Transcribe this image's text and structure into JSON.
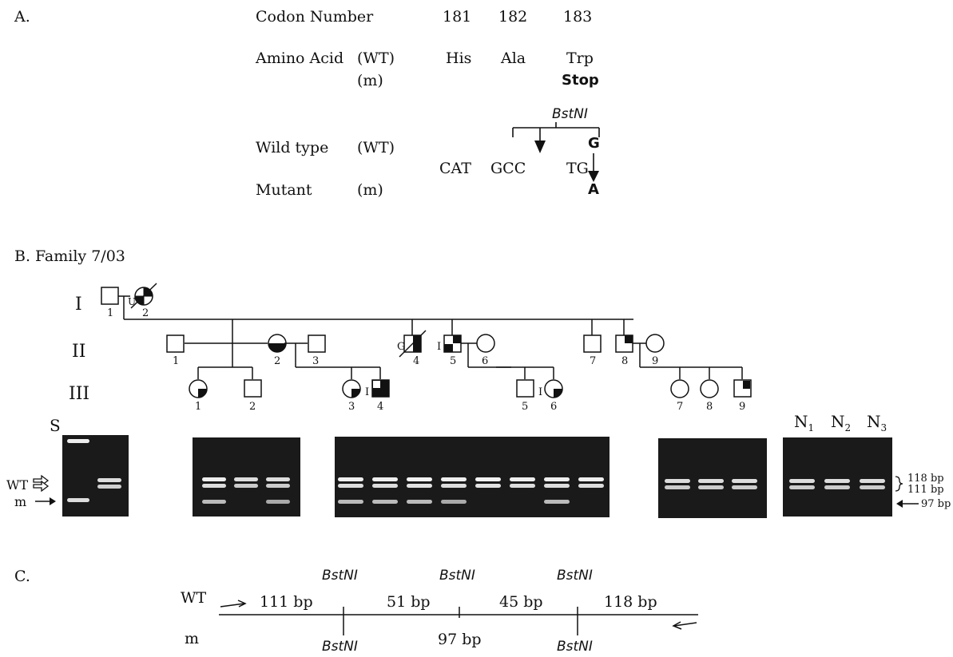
{
  "panelA": {
    "label": "A.",
    "codon_number_label": "Codon Number",
    "codons": [
      "181",
      "182",
      "183"
    ],
    "amino_acid_label": "Amino Acid",
    "wt_tag": "(WT)",
    "m_tag": "(m)",
    "wt_amino_acids": [
      "His",
      "Ala",
      "Trp"
    ],
    "mutant_amino_acid": "Stop",
    "enzyme": "BstNI",
    "wild_type_label": "Wild type",
    "mutant_label": "Mutant",
    "sequence": [
      "CAT",
      "GCC",
      "TG"
    ],
    "wt_base": "G",
    "mutant_base": "A"
  },
  "panelB": {
    "label": "B.  Family 7/03",
    "generations": [
      "I",
      "II",
      "III"
    ],
    "gen1_numbers": [
      "1",
      "2"
    ],
    "gen1_mark": "U",
    "gen2_numbers": [
      "1",
      "2",
      "3",
      "4",
      "5",
      "6",
      "7",
      "8",
      "9"
    ],
    "gen3_numbers": [
      "1",
      "2",
      "3",
      "4",
      "5",
      "6",
      "7",
      "8",
      "9"
    ],
    "marks": [
      "G",
      "I",
      "I",
      "I"
    ],
    "gel_size_label": "S",
    "wt_label": "WT",
    "m_label": "m",
    "normal_labels": [
      "N",
      "N",
      "N"
    ],
    "normal_subs": [
      "1",
      "2",
      "3"
    ],
    "bp_labels": [
      "118 bp",
      "111 bp",
      "97 bp"
    ]
  },
  "panelC": {
    "label": "C.",
    "wt_label": "WT",
    "m_label": "m",
    "enzyme": "BstNI",
    "fragments_wt": [
      "111 bp",
      "51 bp",
      "45 bp",
      "118 bp"
    ],
    "fragment_m": "97 bp"
  }
}
